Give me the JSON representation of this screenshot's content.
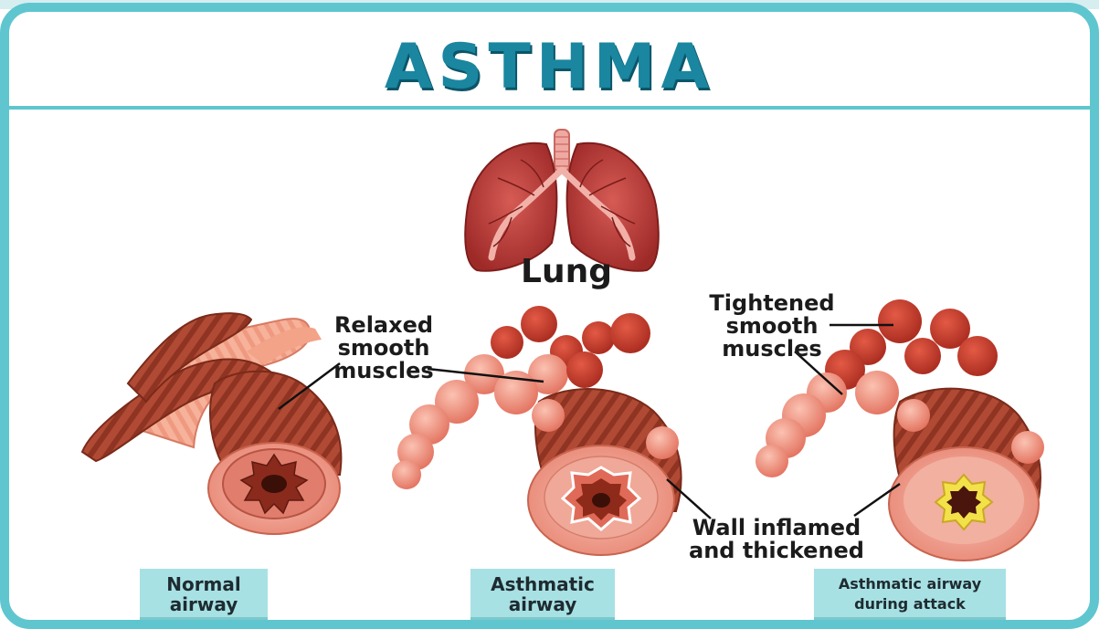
{
  "title": "ASTHMA",
  "lung_label": "Lung",
  "callouts": {
    "relaxed": [
      "Relaxed",
      "smooth",
      "muscles"
    ],
    "tightened": [
      "Tightened",
      "smooth",
      "muscles"
    ],
    "wall": [
      "Wall inflamed",
      "and thickened"
    ]
  },
  "captions": {
    "normal": [
      "Normal",
      "airway"
    ],
    "asthmatic": [
      "Asthmatic",
      "airway"
    ],
    "attack": [
      "Asthmatic airway",
      "during attack"
    ]
  },
  "colors": {
    "frame_border": "#5fc6cf",
    "title": "#1a86a0",
    "caption_bg": "#a8e1e4",
    "lung": "#b3312f",
    "muscle": "#b0402a",
    "tissue": "#f4a494",
    "mucus_attack": "#f3e14a"
  }
}
